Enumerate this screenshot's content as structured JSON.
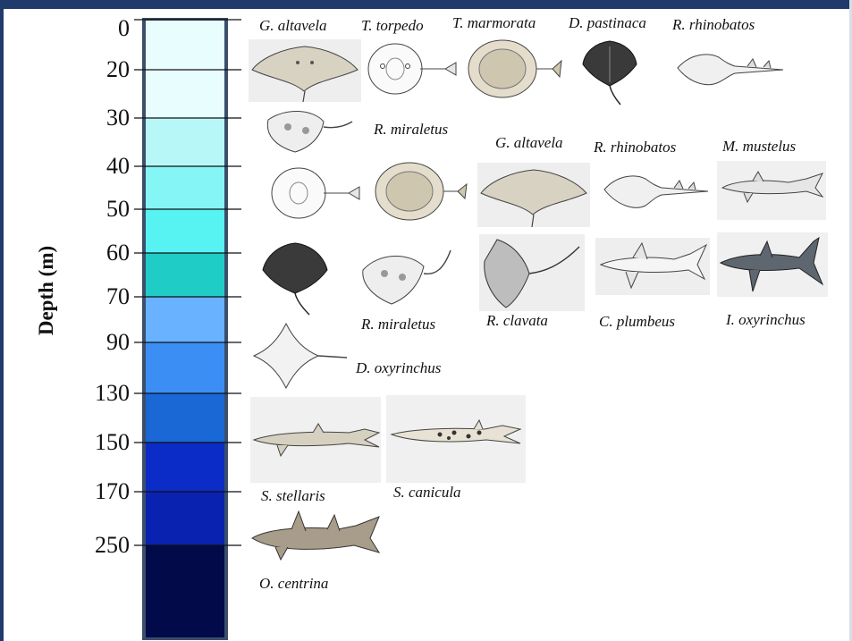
{
  "axis_title": "Depth (m)",
  "depth_ticks": [
    "0",
    "20",
    "30",
    "40",
    "50",
    "60",
    "70",
    "90",
    "130",
    "150",
    "170",
    "250"
  ],
  "depth_bands": [
    {
      "from": "0",
      "to": "30",
      "color": "#e8fdfd"
    },
    {
      "from": "30",
      "to": "40",
      "color": "#b7f7f7"
    },
    {
      "from": "40",
      "to": "50",
      "color": "#86f5f5"
    },
    {
      "from": "50",
      "to": "60",
      "color": "#57f2f2"
    },
    {
      "from": "60",
      "to": "70",
      "color": "#1fcdc6"
    },
    {
      "from": "70",
      "to": "90",
      "color": "#68b2ff"
    },
    {
      "from": "90",
      "to": "130",
      "color": "#3a8ef4"
    },
    {
      "from": "130",
      "to": "150",
      "color": "#1a67d6"
    },
    {
      "from": "150",
      "to": "170",
      "color": "#0b2cc6"
    },
    {
      "from": "170",
      "to": "250",
      "color": "#0a22b0"
    },
    {
      "from": "250",
      "to": "",
      "color": "#020a4a"
    }
  ],
  "species_labels": [
    "G. altavela",
    "T. torpedo",
    "T. marmorata",
    "D. pastinaca",
    "R. rhinobatos",
    "R. miraletus",
    "G. altavela",
    "R. rhinobatos",
    "M. mustelus",
    "R. miraletus",
    "R. clavata",
    "C. plumbeus",
    "I. oxyrinchus",
    "D. oxyrinchus",
    "S. stellaris",
    "S. canicula",
    "O. centrina"
  ],
  "colors": {
    "frame": "#1f3a6b",
    "bar_border": "#3b4f6b"
  }
}
